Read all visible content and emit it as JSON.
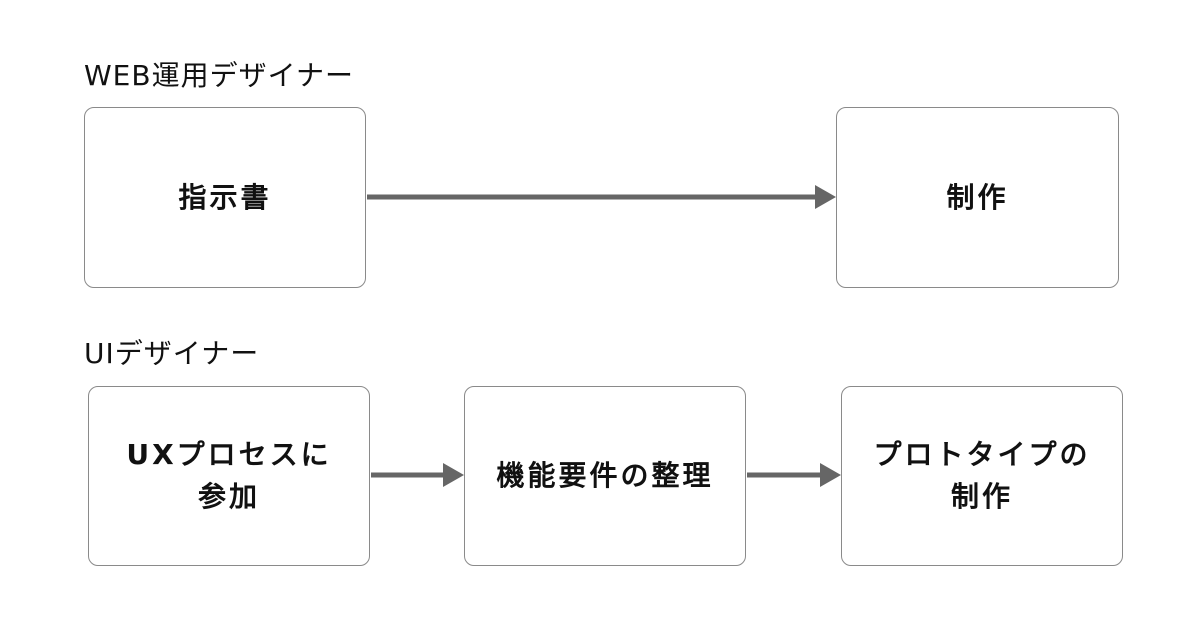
{
  "rows": {
    "web": {
      "label": "WEB運用デザイナー",
      "boxes": [
        "指示書",
        "制作"
      ]
    },
    "ui": {
      "label": "UIデザイナー",
      "boxes": [
        "UXプロセスに\n参加",
        "機能要件の整理",
        "プロトタイプの\n制作"
      ]
    }
  },
  "colors": {
    "arrow": "#666666",
    "box_border": "#8a8a8a",
    "text": "#111111"
  }
}
